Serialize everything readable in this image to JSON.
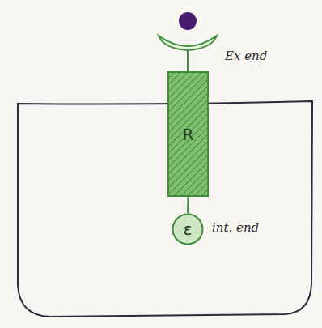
{
  "diagram": {
    "nodes": [
      {
        "text": [
          "R"
        ]
      },
      {
        "text": [
          "ε"
        ]
      }
    ],
    "edges": [
      {
        "from": 0,
        "to": 1,
        "arrow": "none"
      }
    ],
    "labels": [
      "Ex end",
      "int. end"
    ]
  }
}
